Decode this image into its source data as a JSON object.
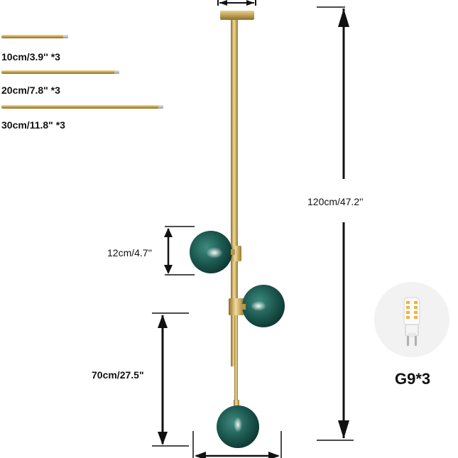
{
  "rods": [
    {
      "label": "10cm/3.9'' *3"
    },
    {
      "label": "20cm/7.8\" *3"
    },
    {
      "label": "30cm/11.8\" *3"
    }
  ],
  "dimensions": {
    "total_height": "120cm/47.2''",
    "shade_spacing": "12cm/4.7''",
    "lower_drop": "70cm/27.5\""
  },
  "bulb": {
    "caption": "G9*3"
  },
  "colors": {
    "brass": "#c9a650",
    "glass": "#1d5b52",
    "arrow": "#111111"
  }
}
